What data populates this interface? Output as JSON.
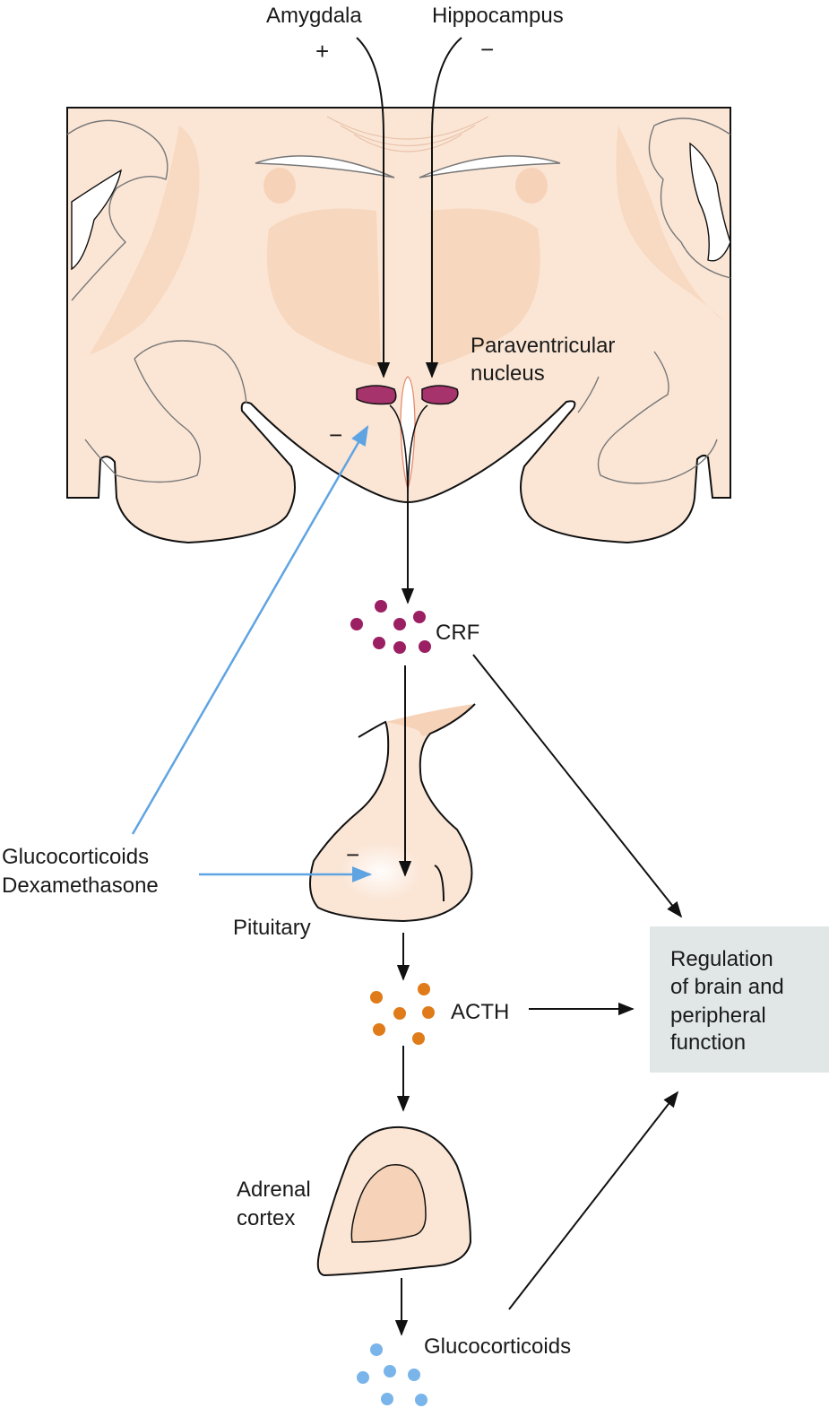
{
  "labels": {
    "amygdala": "Amygdala",
    "hippocampus": "Hippocampus",
    "amygdala_sign": "+",
    "hippocampus_sign": "−",
    "paraventricular_line1": "Paraventricular",
    "paraventricular_line2": "nucleus",
    "feedback_sign_brain": "−",
    "crf": "CRF",
    "drug_line1": "Glucocorticoids",
    "drug_line2": "Dexamethasone",
    "feedback_sign_pituitary": "−",
    "pituitary": "Pituitary",
    "acth": "ACTH",
    "regulation_line1": "Regulation",
    "regulation_line2": "of brain and",
    "regulation_line3": "peripheral",
    "regulation_line4": "function",
    "adrenal_line1": "Adrenal",
    "adrenal_line2": "cortex",
    "glucocorticoids": "Glucocorticoids"
  },
  "colors": {
    "tissue": "#fbe6d6",
    "tissue_dark": "#f6d3b8",
    "nucleus": "#a6336b",
    "crf_dots": "#9b1f63",
    "acth_dots": "#e07b1a",
    "glucocorticoid_dots": "#79b4ea",
    "feedback_arrow": "#5fa4e2",
    "regulation_box": "#e1e7e7"
  }
}
